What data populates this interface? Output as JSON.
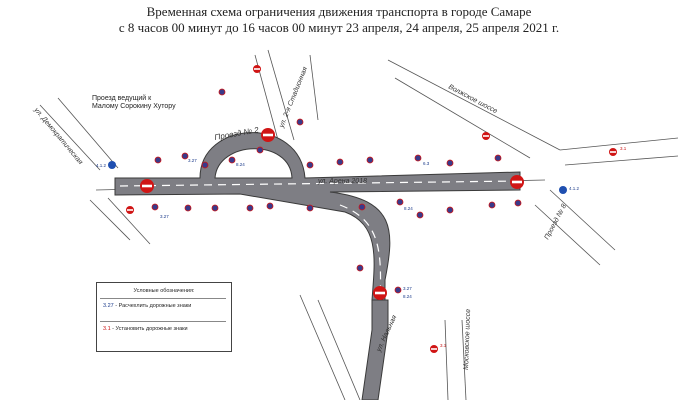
{
  "title": {
    "line1": "Временная схема ограничения движения транспорта в городе Самаре",
    "line2": "с 8 часов 00 минут до 16 часов 00 минут 23 апреля, 24 апреля, 25 апреля 2021 г."
  },
  "streets": {
    "demokraticheskaya": "ул. Демократическая",
    "arena": "ул. Арена 2018",
    "proezd2": "Проезд № 2",
    "stadionnaya": "ул. 2-я Стадионная",
    "volzhskoe": "Волжское шоссе",
    "proezd8": "Проезд № 8",
    "moskovskoe": "Московское шоссе",
    "nalnaya": "ул. Нальная",
    "khutor_note": "Проезд ведущий к\nМалому Сорокину Хутору"
  },
  "sign_codes": {
    "prohibit": "3.1",
    "detour": "3.27",
    "detour2": "8.24",
    "parking": "6.3",
    "turn": "4.1.2"
  },
  "legend": {
    "title": "Условные обозначения:",
    "item1_code": "3.27",
    "item1_text": " - Расчехлить дорожные знаки",
    "item2_code": "3.1",
    "item2_text": " - Установить дорожные знаки"
  },
  "colors": {
    "road": "#7e7e84",
    "road_edge": "#3a3a3a",
    "sign_red": "#d01515",
    "sign_blue": "#1f4fb0"
  }
}
